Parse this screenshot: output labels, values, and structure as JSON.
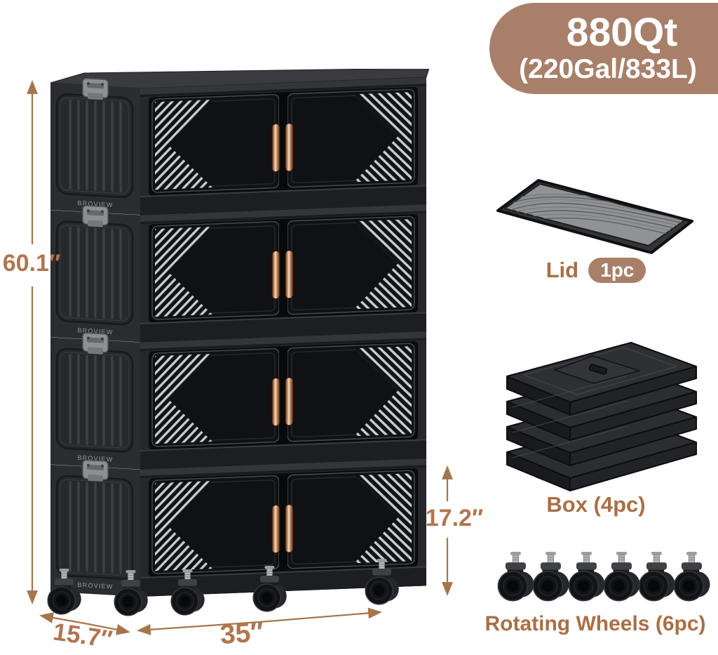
{
  "product": {
    "brand": "BROVIEW",
    "capacity_badge": {
      "line1": "880Qt",
      "line2": "(220Gal/833L)"
    }
  },
  "dimensions": {
    "total_height": "60.1″",
    "unit_height": "17.2″",
    "depth": "15.7″",
    "width": "35″"
  },
  "components": {
    "lid": {
      "label": "Lid",
      "count_badge": "1pc"
    },
    "box": {
      "label": "Box (4pc)"
    },
    "wheels": {
      "label": "Rotating Wheels (6pc)"
    }
  },
  "colors": {
    "accent_fill": "#a8806a",
    "accent_text": "#aa6f45",
    "dimension_text": "#b2754e",
    "dimension_line": "#a5754c",
    "badge_text": "#ffffff",
    "cabinet_black": "#232428",
    "handle_copper": "#c98a5e"
  }
}
